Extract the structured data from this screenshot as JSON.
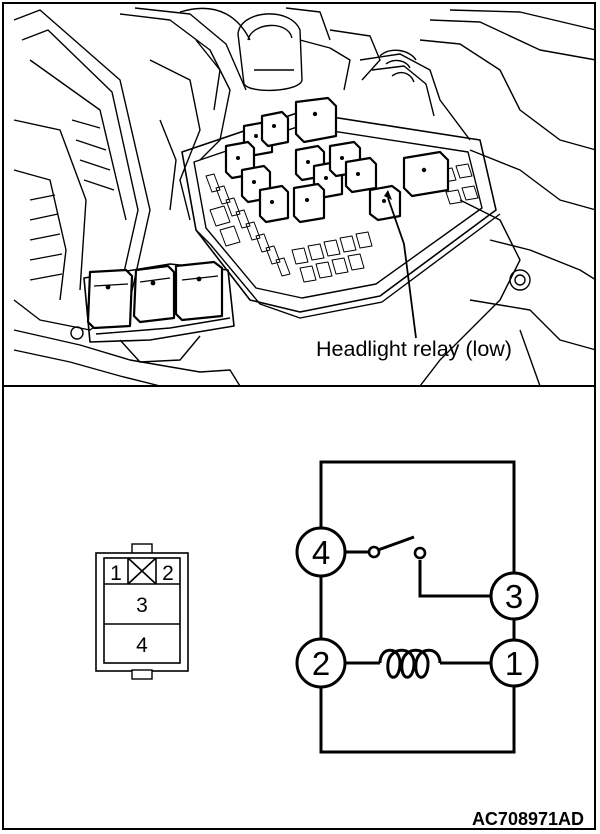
{
  "photo": {
    "callout": "Headlight relay (low)"
  },
  "connector": {
    "pins": {
      "p1": "1",
      "p2": "2",
      "p3": "3",
      "p4": "4"
    }
  },
  "schematic": {
    "terminals": {
      "t4": "4",
      "t3": "3",
      "t2": "2",
      "t1": "1"
    }
  },
  "figure_id": "AC708971AD"
}
